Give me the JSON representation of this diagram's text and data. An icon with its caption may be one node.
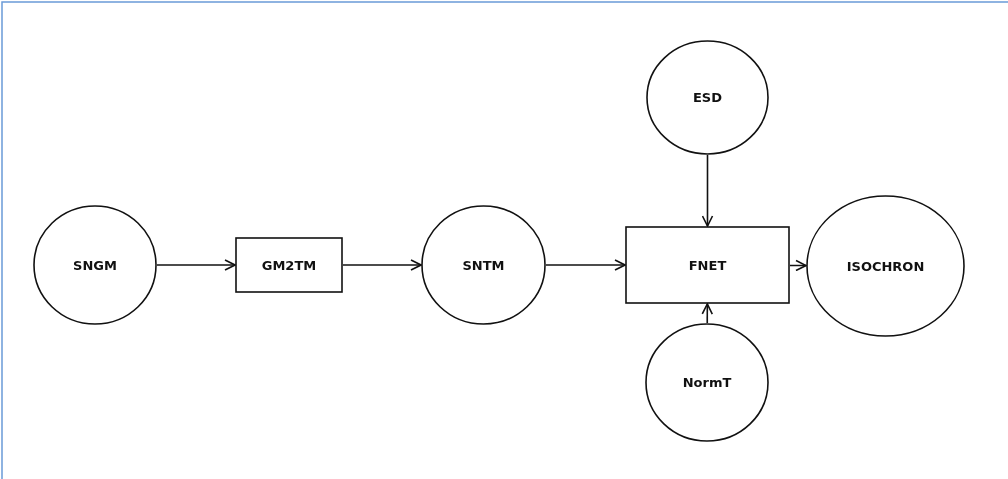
{
  "diagram": {
    "nodes": [
      {
        "text": [
          "SNGM"
        ]
      },
      {
        "text": [
          "GM2TM"
        ]
      },
      {
        "text": [
          "SNTM"
        ]
      },
      {
        "text": [
          "FNET"
        ]
      },
      {
        "text": [
          "ESD"
        ]
      },
      {
        "text": [
          "NormT"
        ]
      },
      {
        "text": [
          "ISOCHRON"
        ]
      }
    ],
    "edges": [
      {
        "from": 0,
        "to": 1,
        "arrow": "to"
      },
      {
        "from": 1,
        "to": 2,
        "arrow": "to"
      },
      {
        "from": 2,
        "to": 3,
        "arrow": "to"
      },
      {
        "from": 4,
        "to": 3,
        "arrow": "to"
      },
      {
        "from": 5,
        "to": 3,
        "arrow": "to"
      },
      {
        "from": 3,
        "to": 6,
        "arrow": "to"
      }
    ]
  }
}
